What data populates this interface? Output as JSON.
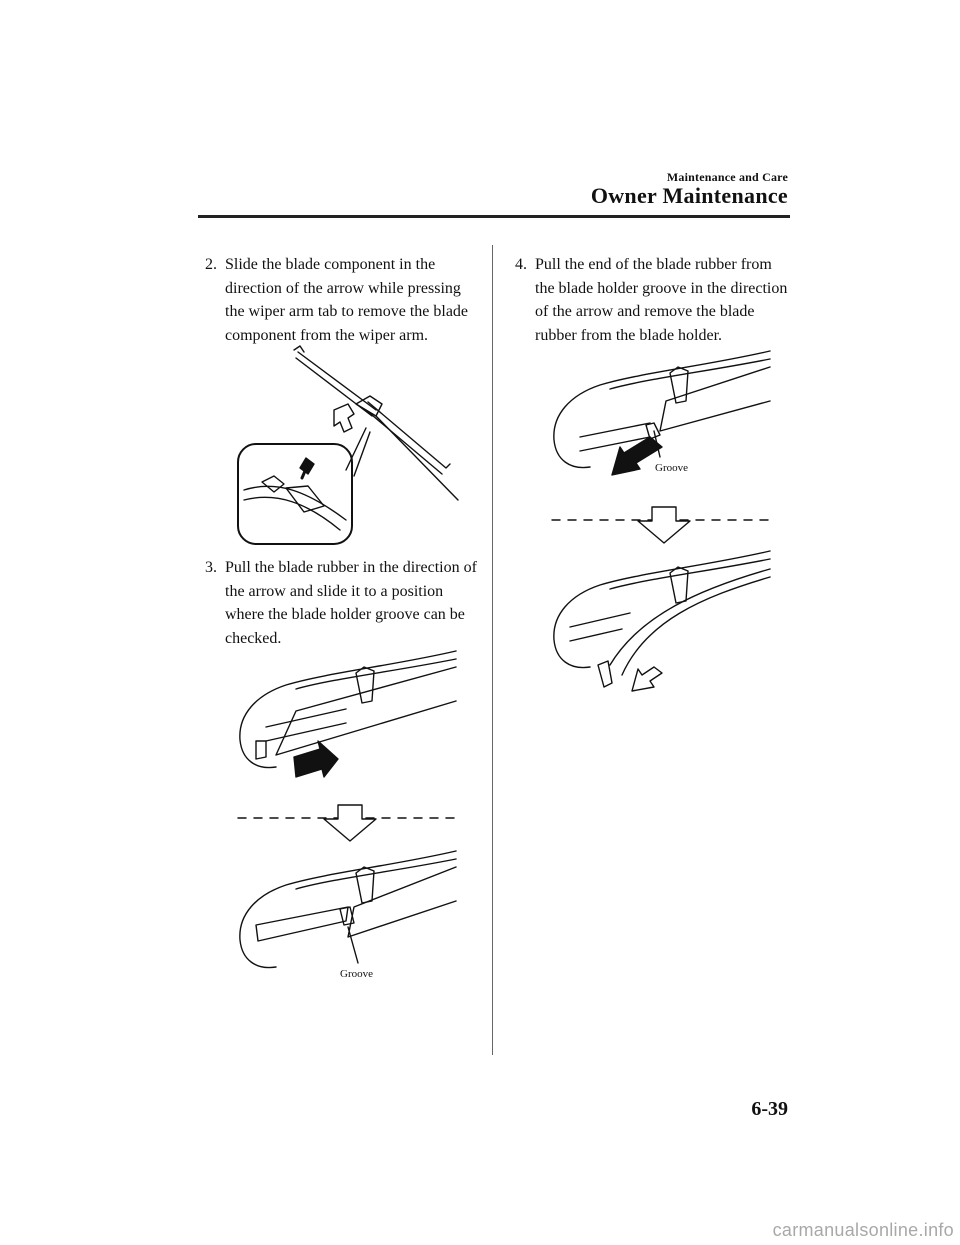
{
  "header": {
    "section_small": "Maintenance and Care",
    "section_title": "Owner Maintenance"
  },
  "steps": [
    {
      "number": "2.",
      "text": "Slide the blade component in the direction of the arrow while pressing the wiper arm tab to remove the blade component from the wiper arm."
    },
    {
      "number": "3.",
      "text": "Pull the blade rubber in the direction of the arrow and slide it to a position where the blade holder groove can be checked."
    },
    {
      "number": "4.",
      "text": "Pull the end of the blade rubber from the blade holder groove in the direction of the arrow and remove the blade rubber from the blade holder."
    }
  ],
  "figures": {
    "fig3_label": "Groove",
    "fig4_label": "Groove"
  },
  "footer": {
    "page_number": "6-39",
    "watermark": "carmanualsonline.info"
  }
}
